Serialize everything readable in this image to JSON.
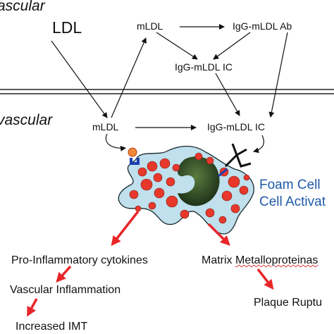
{
  "regions": {
    "top_label": "ascular",
    "middle_label": "vascular"
  },
  "molecules": {
    "ldl": "LDL",
    "mldl_top": "mLDL",
    "igg_ab": "IgG-mLDL Ab",
    "ic_top": "IgG-mLDL IC",
    "mldl_mid": "mLDL",
    "ic_mid": "IgG-mLDL IC"
  },
  "cell": {
    "label_line1": "Foam Cell",
    "label_line2": "Cell Activat"
  },
  "outcomes": {
    "pro_inflammatory": "Pro-Inflammatory cytokines",
    "vascular_inflammation": "Vascular Inflammation",
    "increased_imt": "Increased IMT",
    "matrix_prefix": "Matrix ",
    "matrix_suffix": "Metalloproteinas",
    "plaque_rupture": "Plaque Ruptu"
  },
  "colors": {
    "arrow_black": "#111111",
    "arrow_red": "#e8262a",
    "cell_fill": "#bfe0ec",
    "lipid_droplet": "#e8382c",
    "nucleus": "#2e4a26",
    "receptor_blue": "#1a3fb0",
    "label_blue": "#1f5aa8"
  }
}
